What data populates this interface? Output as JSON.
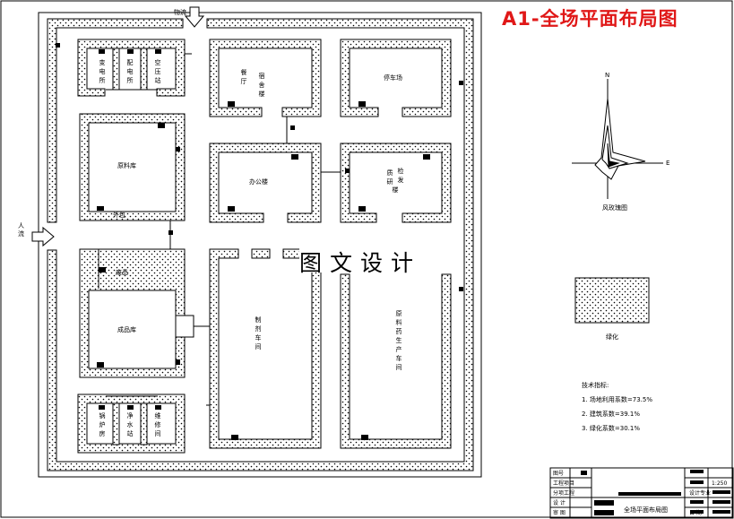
{
  "drawing": {
    "title": "A1-全场平面布局图",
    "watermark": "图文设计"
  },
  "gates": {
    "logistics": "物流",
    "personnel": "人流"
  },
  "buildings": {
    "substation": "变电所",
    "power_distribution": "配电所",
    "air_compressor": "空压站",
    "canteen": "餐厅",
    "dormitory": "宿舍楼",
    "parking": "停车场",
    "raw_material_warehouse": "原料库",
    "office": "办公楼",
    "qc_rd": "质检研发楼",
    "qc_char1": "质",
    "qc_char2": "检",
    "qc_char3": "研",
    "qc_char4": "发",
    "qc_char5": "楼",
    "finished_warehouse": "成品库",
    "boiler": "锅炉房",
    "water_treatment": "净水站",
    "repair": "维修间",
    "prep_workshop": "制剂车间",
    "api_workshop": "原料药生产车间",
    "ext1": "外包",
    "ext2": "废品"
  },
  "wind_rose": {
    "north": "N",
    "east": "E",
    "caption": "风玫瑰图"
  },
  "legend": {
    "caption": "绿化"
  },
  "indices": {
    "heading": "技术指标:",
    "items": [
      "1. 场地利用系数=73.5%",
      "2. 建筑系数=39.1%",
      "3. 绿化系数=30.1%"
    ]
  },
  "title_block": {
    "scale": "1:250",
    "drawing_name": "全场平面布局图",
    "rows_left": [
      "图号",
      "工程项目",
      "分项工程",
      "设 计",
      "审 图"
    ],
    "label_design": "设计专业",
    "label_date": "日 期"
  }
}
